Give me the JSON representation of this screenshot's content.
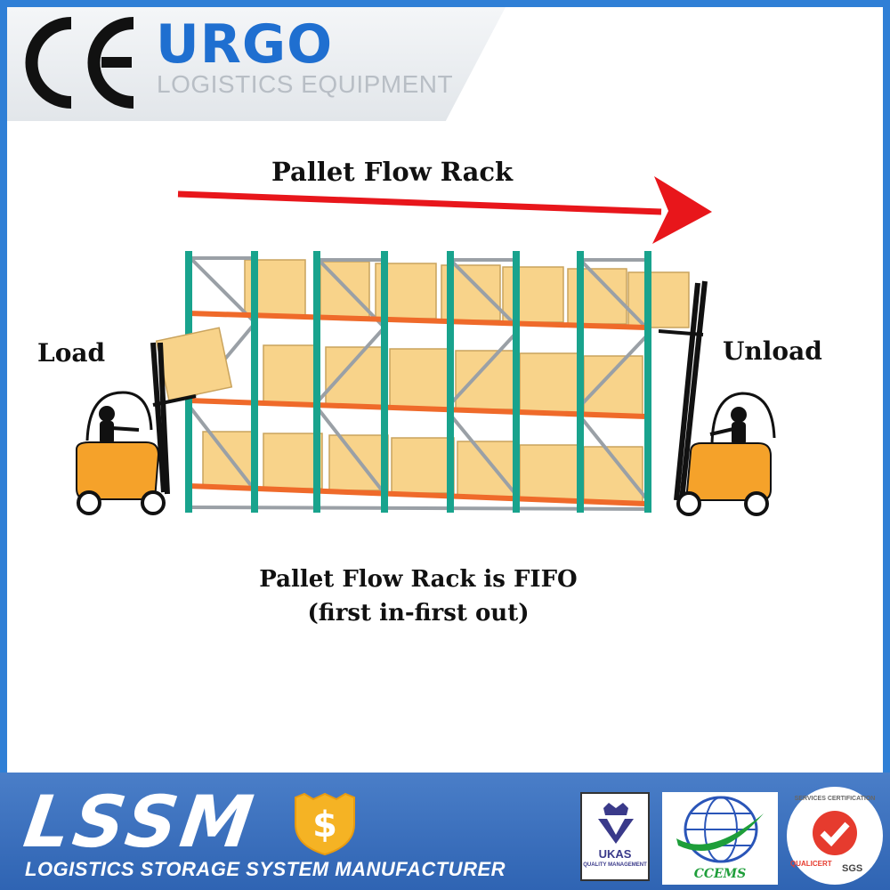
{
  "header": {
    "ce_mark": "CE",
    "brand": "URGO",
    "tagline": "LOGISTICS EQUIPMENT"
  },
  "diagram": {
    "title": "Pallet Flow Rack",
    "left_label": "Load",
    "right_label": "Unload",
    "caption_line1": "Pallet Flow Rack is FIFO",
    "caption_line2": "(first in-first out)"
  },
  "footer": {
    "brand": "LSSM",
    "tagline": "LOGISTICS STORAGE SYSTEM MANUFACTURER",
    "certs": {
      "ukas": "UKAS",
      "ukas_sub": "QUALITY MANAGEMENT",
      "ccems": "CCEMS",
      "qualicert": "QUALICERT",
      "sgs": "SGS",
      "services": "SERVICES CERTIFICATION"
    }
  },
  "colors": {
    "frame": "#2f7fd6",
    "brand_blue": "#1f6fd0",
    "arrow_red": "#e8161b",
    "upright_teal": "#19a38d",
    "beam_orange": "#ef6a2a",
    "brace_gray": "#9aa0a6",
    "pallet": "#f8d38a",
    "forklift_orange": "#f5a22a",
    "footer_blue": "#3a6fbf"
  }
}
